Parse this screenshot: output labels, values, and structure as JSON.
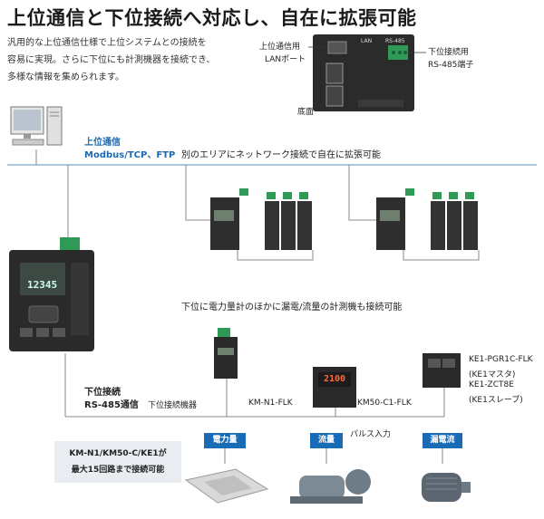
{
  "heading": "上位通信と下位接続へ対応し、自在に拡張可能",
  "intro_lines": [
    "汎用的な上位通信仕様で上位システムとの接続を",
    "容易に実現。さらに下位にも計測機器を接続でき、",
    "多様な情報を集められます。"
  ],
  "unit_view": {
    "lan_label_line1": "上位通信用",
    "lan_label_line2": "LANポート",
    "rs485_label_line1": "下位接続用",
    "rs485_label_line2": "RS-485端子",
    "bottom_label": "底面",
    "device_print_lan": "LAN",
    "device_print_rs485": "RS-485"
  },
  "upper_comm": {
    "title": "上位通信",
    "protocols": "Modbus/TCP、FTP",
    "network_note": "別のエリアにネットワーク接続で自在に拡張可能"
  },
  "lower_comm": {
    "note": "下位に電力量計のほかに漏電/流量の計測機も接続可能",
    "title_line1": "下位接続",
    "title_line2": "RS-485通信",
    "device_label": "下位接続機器",
    "main_display": "12345"
  },
  "devices": {
    "km_n1": "KM-N1-FLK",
    "km50": "KM50-C1-FLK",
    "km50_display": "2100",
    "pulse": "パルス入力",
    "ke1_lines": [
      "KE1-PGR1C-FLK",
      "(KE1マスタ)",
      "KE1-ZCT8E",
      "(KE1スレーブ)"
    ]
  },
  "tags": {
    "power": "電力量",
    "flow": "流量",
    "leak": "漏電流"
  },
  "footnote_lines": [
    "KM-N1/KM50-C/KE1が",
    "最大15回路まで接続可能"
  ],
  "colors": {
    "accent_blue": "#1a6bb5",
    "line_gray": "#8a8a8a",
    "device_dark": "#2b2b2b",
    "terminal_green": "#2e9a55"
  }
}
